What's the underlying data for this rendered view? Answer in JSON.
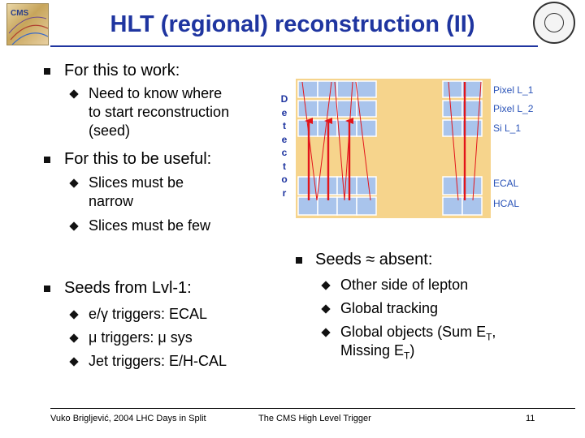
{
  "slide": {
    "title": "HLT (regional) reconstruction (II)",
    "logo_left_text": "CMS"
  },
  "left": {
    "work_heading": "For this to work:",
    "work_items": [
      "Need to know where",
      "to start reconstruction",
      "(seed)"
    ],
    "useful_heading": "For this to be useful:",
    "useful_item1": [
      "Slices must be",
      "narrow"
    ],
    "useful_item2": "Slices must be few",
    "seeds_heading": "Seeds from Lvl-1:",
    "seeds_items": [
      "e/γ triggers: ECAL",
      "μ triggers: μ sys",
      "Jet triggers: E/H-CAL"
    ]
  },
  "right": {
    "absent_heading": "Seeds ≈ absent:",
    "absent_item1": "Other side of lepton",
    "absent_item2": "Global tracking",
    "absent_item3_pre": "Global objects (Sum E",
    "absent_item3_sub1": "T",
    "absent_item3_mid": ",",
    "absent_item3_line2_pre": "Missing E",
    "absent_item3_sub2": "T",
    "absent_item3_end": ")"
  },
  "diagram": {
    "detector_letters": [
      "D",
      "e",
      "t",
      "e",
      "c",
      "t",
      "o",
      "r"
    ],
    "layers": [
      "Pixel L_1",
      "Pixel L_2",
      "Si L_1",
      "ECAL",
      "HCAL"
    ],
    "colors": {
      "background": "#f6d48c",
      "cell": "#a9c4ec",
      "cell_border": "#ffffff",
      "arrow": "#e3141a",
      "label": "#2a53b8"
    }
  },
  "footer": {
    "author": "Vuko Brigljević, 2004 LHC Days in Split",
    "center": "The CMS High Level Trigger",
    "page": "11"
  }
}
